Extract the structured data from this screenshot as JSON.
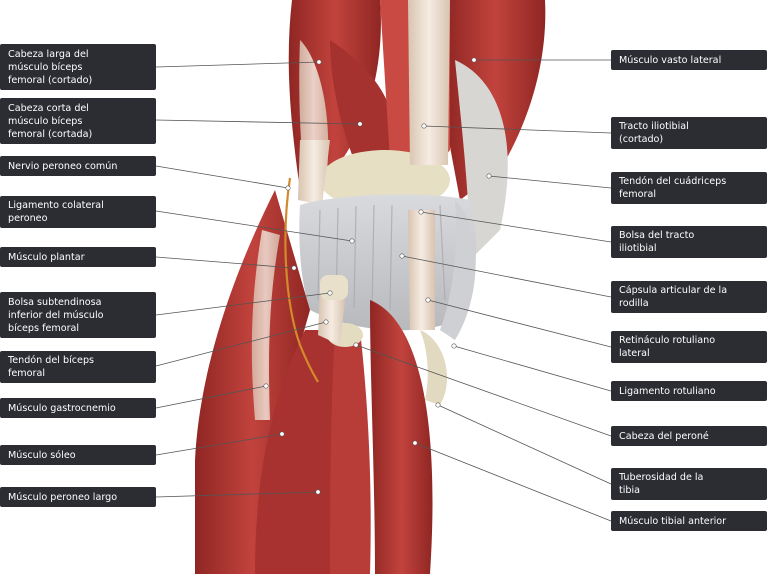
{
  "labels_left": [
    {
      "text": "Cabeza larga del\nmúsculo bíceps\nfemoral (cortado)"
    },
    {
      "text": "Cabeza corta del\nmúsculo bíceps\nfemoral (cortada)"
    },
    {
      "text": "Nervio peroneo común"
    },
    {
      "text": "Ligamento colateral\nperoneo"
    },
    {
      "text": "Músculo plantar"
    },
    {
      "text": "Bolsa subtendinosa\ninferior del músculo\nbíceps femoral"
    },
    {
      "text": "Tendón del bíceps\nfemoral"
    },
    {
      "text": "Músculo gastrocnemio"
    },
    {
      "text": "Músculo sóleo"
    },
    {
      "text": "Músculo peroneo largo"
    }
  ],
  "labels_right": [
    {
      "text": "Músculo vasto lateral"
    },
    {
      "text": "Tracto iliotibial\n(cortado)"
    },
    {
      "text": "Tendón del cuádriceps\nfemoral"
    },
    {
      "text": "Bolsa del tracto\niliotibial"
    },
    {
      "text": "Cápsula articular de la\nrodilla"
    },
    {
      "text": "Retináculo rotuliano\nlateral"
    },
    {
      "text": "Ligamento rotuliano"
    },
    {
      "text": "Cabeza del peroné"
    },
    {
      "text": "Tuberosidad de la\ntibia"
    },
    {
      "text": "Músculo tibial anterior"
    }
  ],
  "colors": {
    "label_bg": "#2b2d33",
    "label_text": "#ffffff",
    "muscle": "#b33a36",
    "muscle_dark": "#7e1f1d",
    "tendon": "#efe1d3",
    "capsule": "#c9cacd",
    "bone": "#e4dcc0",
    "nerve": "#d38a2c",
    "leader": "#555555"
  }
}
